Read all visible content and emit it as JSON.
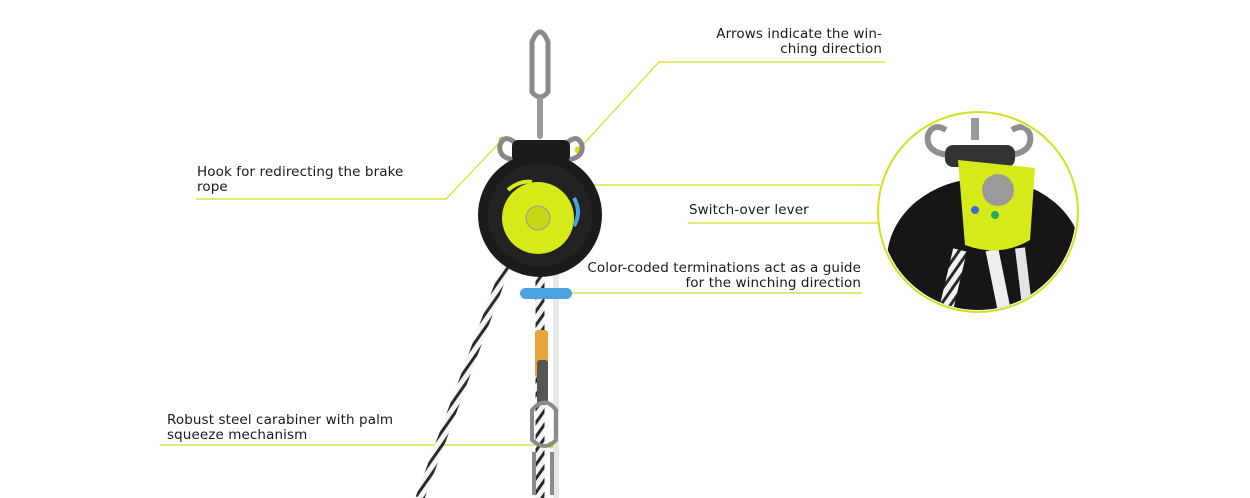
{
  "annotations": {
    "arrows": [
      "Arrows indicate the win-",
      "ching direction"
    ],
    "hook": [
      "Hook for redirecting the brake",
      "rope"
    ],
    "switch": [
      "Switch-over lever"
    ],
    "color_coded": [
      "Color-coded terminations act as a guide",
      "for the winching direction"
    ],
    "carabiner": [
      "Robust steel carabiner with palm",
      "squeeze mechanism"
    ]
  },
  "colors": {
    "accent": "#d4df1e",
    "lime": "#d6ea1a",
    "device_body": "#1b1b1b",
    "blue_marker": "#4aa3dc"
  },
  "icons": [
    "carabiner-icon",
    "descender-device-icon",
    "rope-icon",
    "detail-zoom-icon"
  ]
}
